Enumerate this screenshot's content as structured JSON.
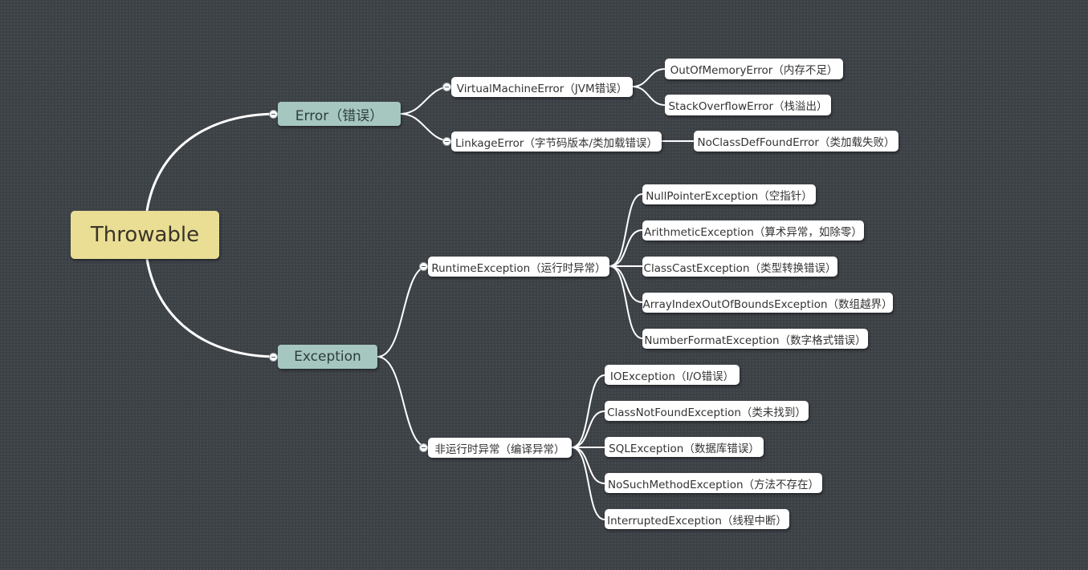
{
  "root": {
    "label": "Throwable"
  },
  "branches": {
    "error": {
      "label": "Error（错误）"
    },
    "exception": {
      "label": "Exception"
    }
  },
  "error_children": {
    "vme": {
      "label": "VirtualMachineError（JVM错误）"
    },
    "linkage": {
      "label": "LinkageError（字节码版本/类加载错误）"
    }
  },
  "vme_children": {
    "oom": {
      "label": "OutOfMemoryError（内存不足）"
    },
    "so": {
      "label": "StackOverflowError（栈溢出）"
    }
  },
  "linkage_children": {
    "ncdf": {
      "label": "NoClassDefFoundError（类加载失败）"
    }
  },
  "exception_children": {
    "runtime": {
      "label": "RuntimeException（运行时异常）"
    },
    "checked": {
      "label": "非运行时异常（编译异常）"
    }
  },
  "runtime_children": {
    "npe": {
      "label": "NullPointerException（空指针）"
    },
    "arith": {
      "label": "ArithmeticException（算术异常，如除零）"
    },
    "cce": {
      "label": "ClassCastException（类型转换错误）"
    },
    "aioobe": {
      "label": "ArrayIndexOutOfBoundsException（数组越界）"
    },
    "nfe": {
      "label": "NumberFormatException（数字格式错误）"
    }
  },
  "checked_children": {
    "io": {
      "label": "IOException（I/O错误）"
    },
    "cnf": {
      "label": "ClassNotFoundException（类未找到）"
    },
    "sql": {
      "label": "SQLException（数据库错误）"
    },
    "nsm": {
      "label": "NoSuchMethodException（方法不存在）"
    },
    "ie": {
      "label": "InterruptedException（线程中断）"
    }
  },
  "colors": {
    "background": "#3c4146",
    "root_fill": "#e9de94",
    "branch_fill": "#a5c7c0",
    "leaf_fill": "#ffffff",
    "connector": "#ffffff"
  }
}
